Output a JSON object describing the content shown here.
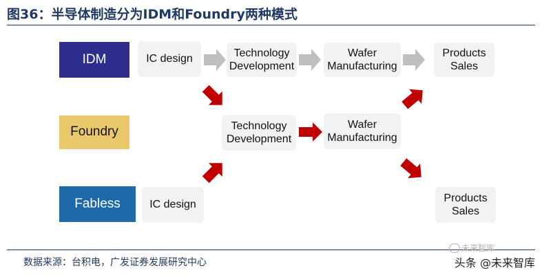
{
  "title": "图36：半导体制造分为IDM和Foundry两种模式",
  "colors": {
    "idm": "#2e2e8f",
    "foundry": "#e8c86a",
    "fabless": "#1e6aa8",
    "flow_arrow_idm": "#bfbfbf",
    "flow_arrow_other": "#c00000",
    "step_box": "#f2f2f2",
    "title_text": "#1f3864"
  },
  "categories": {
    "idm": "IDM",
    "foundry": "Foundry",
    "fabless": "Fabless"
  },
  "idm_flow": {
    "ic_design": "IC design",
    "tech_dev": "Technology Development",
    "wafer_mfg": "Wafer Manufacturing",
    "products_sales": "Products Sales"
  },
  "foundry_flow": {
    "tech_dev": "Technology Development",
    "wafer_mfg": "Wafer Manufacturing"
  },
  "fabless_flow": {
    "ic_design": "IC design",
    "products_sales": "Products Sales"
  },
  "source": "数据来源：台积电，广发证券发展研究中心",
  "watermark": "头条 @未来智库",
  "watermark_faded": "未来智库"
}
